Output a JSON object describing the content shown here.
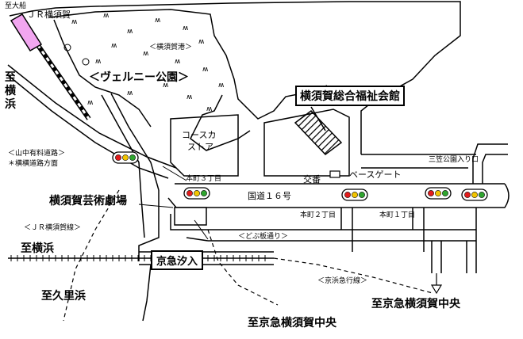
{
  "labels": {
    "to_ofuna": "至大船",
    "jr_yokosuka_station": "ＪＲ横須賀",
    "to_yokohama_left": [
      "至",
      "横",
      "浜"
    ],
    "yokosuka_port": "＜横須賀港＞",
    "verny_park": "＜ヴェルニー公園＞",
    "yokosuka_welfare_center": "横須賀総合福祉会館",
    "cosca_store": [
      "コースカ",
      "ストア"
    ],
    "yamanaka_road": "＜山中有料道路＞",
    "yokoyoko_road": "＊横横道路方面",
    "police_box": "交番",
    "base_gate": "ベースゲート",
    "mikasa_park_entrance": "三笠公園入り口",
    "honcho_3": "本町３丁目",
    "route16": "国道１６号",
    "honcho_2": "本町２丁目",
    "honcho_1": "本町１丁目",
    "arts_theatre": "横須賀芸術劇場",
    "jr_yokosuka_line": "＜ＪＲ横須賀線＞",
    "dobuita_street": "＜どぶ板通り＞",
    "to_yokohama_bottom": "至横浜",
    "keikyu_shioiri": "京急汐入",
    "keihin_kyuko_line": "＜京浜急行線＞",
    "to_kurihama": "至久里浜",
    "to_keikyu_yokosuka_chuo_right": "至京急横須賀中央",
    "to_keikyu_yokosuka_chuo_bottom": "至京急横須賀中央"
  },
  "icons": {
    "traffic_light": "traffic-light-icon",
    "park_tree": "tree-icon"
  },
  "colors": {
    "line": "#000000",
    "jr_station_fill": "#f2a6f0",
    "light_red": "#e21c1c",
    "light_yellow": "#f2c400",
    "light_green": "#2fa52f",
    "light_housing": "#ffffff"
  }
}
